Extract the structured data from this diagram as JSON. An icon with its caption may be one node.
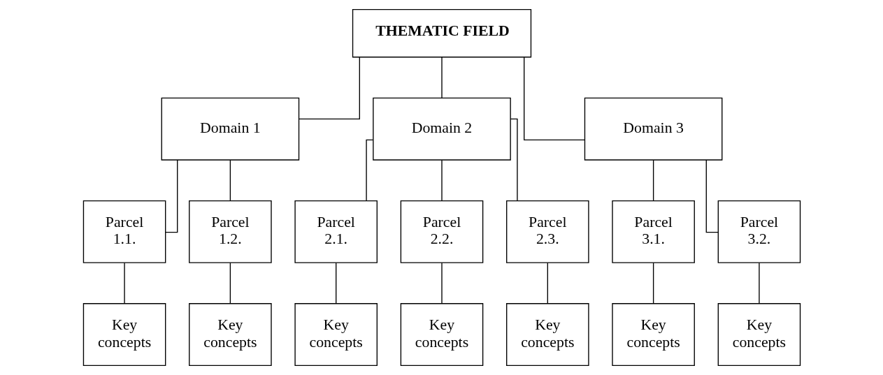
{
  "diagram": {
    "nodes": [
      {
        "text": [
          "THEMATIC FIELD"
        ]
      },
      {
        "text": [
          "Domain 1"
        ]
      },
      {
        "text": [
          "Domain 2"
        ]
      },
      {
        "text": [
          "Domain 3"
        ]
      },
      {
        "text": [
          "Parcel 1.1."
        ]
      },
      {
        "text": [
          "Parcel 1.2."
        ]
      },
      {
        "text": [
          "Parcel 2.1."
        ]
      },
      {
        "text": [
          "Parcel 2.2."
        ]
      },
      {
        "text": [
          "Parcel 2.3."
        ]
      },
      {
        "text": [
          "Parcel 3.1."
        ]
      },
      {
        "text": [
          "Parcel 3.2."
        ]
      },
      {
        "text": [
          "Key concepts"
        ]
      },
      {
        "text": [
          "Key concepts"
        ]
      },
      {
        "text": [
          "Key concepts"
        ]
      },
      {
        "text": [
          "Key concepts"
        ]
      },
      {
        "text": [
          "Key concepts"
        ]
      },
      {
        "text": [
          "Key concepts"
        ]
      },
      {
        "text": [
          "Key concepts"
        ]
      }
    ],
    "edges": [
      {
        "from": 0,
        "to": 1,
        "arrow": "none"
      },
      {
        "from": 0,
        "to": 2,
        "arrow": "none"
      },
      {
        "from": 0,
        "to": 3,
        "arrow": "none"
      },
      {
        "from": 1,
        "to": 4,
        "arrow": "none"
      },
      {
        "from": 1,
        "to": 5,
        "arrow": "none"
      },
      {
        "from": 2,
        "to": 6,
        "arrow": "none"
      },
      {
        "from": 2,
        "to": 7,
        "arrow": "none"
      },
      {
        "from": 2,
        "to": 8,
        "arrow": "none"
      },
      {
        "from": 3,
        "to": 9,
        "arrow": "none"
      },
      {
        "from": 3,
        "to": 10,
        "arrow": "none"
      },
      {
        "from": 4,
        "to": 11,
        "arrow": "none"
      },
      {
        "from": 5,
        "to": 12,
        "arrow": "none"
      },
      {
        "from": 6,
        "to": 13,
        "arrow": "none"
      },
      {
        "from": 7,
        "to": 14,
        "arrow": "none"
      },
      {
        "from": 8,
        "to": 15,
        "arrow": "none"
      },
      {
        "from": 9,
        "to": 16,
        "arrow": "none"
      },
      {
        "from": 10,
        "to": 17,
        "arrow": "none"
      }
    ]
  }
}
